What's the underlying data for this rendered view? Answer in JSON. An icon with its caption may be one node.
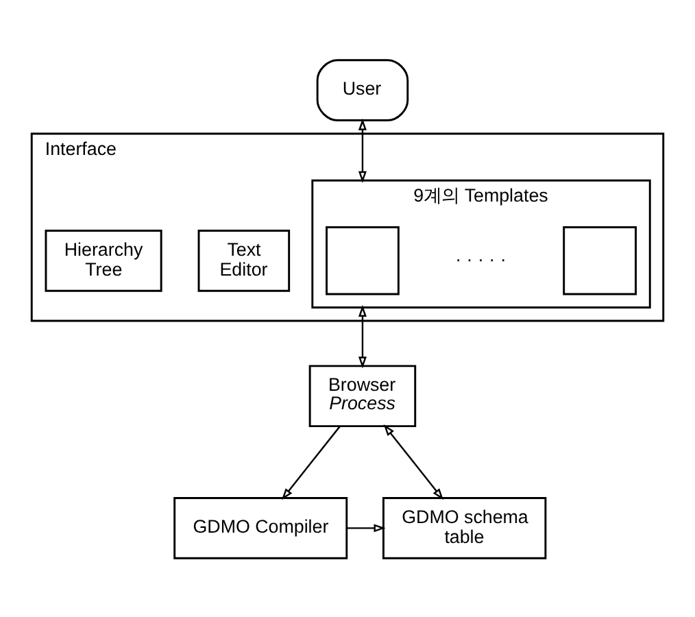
{
  "diagram": {
    "nodes": [
      {
        "text": [
          "User"
        ]
      },
      {
        "text": [
          "Interface"
        ]
      },
      {
        "text": [
          "9계의 Templates"
        ],
        "in": 1
      },
      {
        "text": [],
        "shape": "box",
        "in": 2
      },
      {
        "text": [],
        "shape": "box",
        "in": 2
      },
      {
        "text": [
          "Hierarchy Tree"
        ],
        "in": 1
      },
      {
        "text": [
          "Text Editor"
        ],
        "in": 1
      },
      {
        "text": [
          "Browser *Process*"
        ]
      },
      {
        "text": [
          "GDMO Compiler"
        ]
      },
      {
        "text": [
          "GDMO schema table"
        ]
      }
    ],
    "edges": [
      {
        "from": 0,
        "to": 2,
        "arrow": "both"
      },
      {
        "from": 2,
        "to": 7,
        "arrow": "both"
      },
      {
        "from": 7,
        "to": 8,
        "arrow": "to"
      },
      {
        "from": 7,
        "to": 9,
        "arrow": "both"
      },
      {
        "from": 8,
        "to": 9,
        "arrow": "to"
      }
    ],
    "labels": [
      "· · · · ·"
    ]
  }
}
